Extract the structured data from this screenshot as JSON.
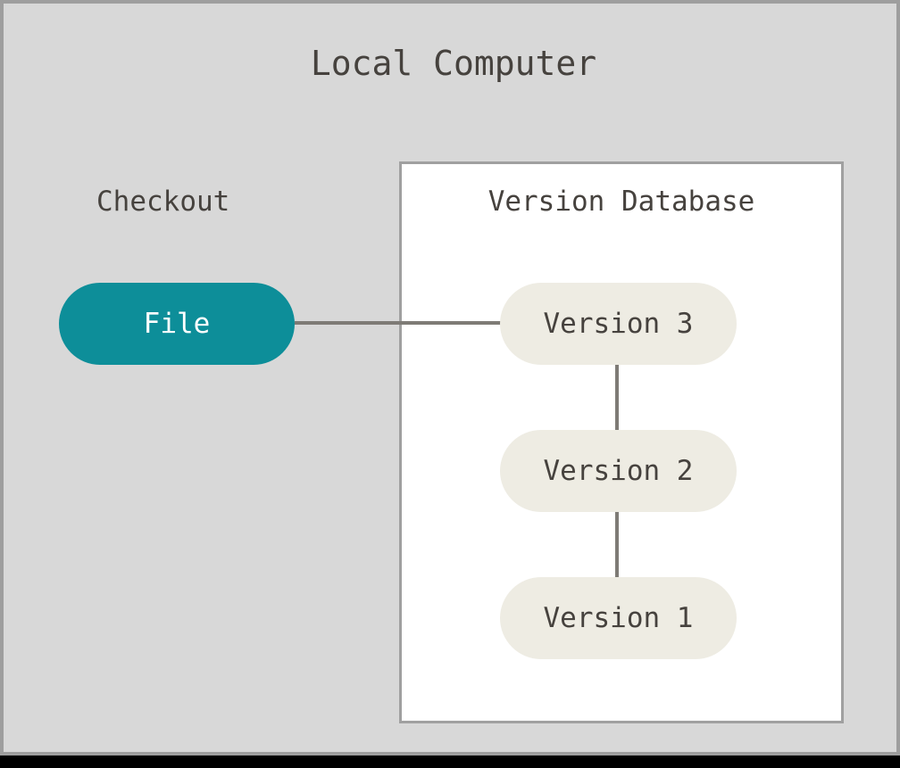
{
  "diagram": {
    "title": "Local Computer",
    "background_color": "#d8d8d8",
    "frame_border_color": "#9e9e9e",
    "text_color": "#46423e"
  },
  "checkout": {
    "label": "Checkout",
    "file_node": {
      "label": "File",
      "fill_color": "#0d8e99",
      "text_color": "#ffffff"
    }
  },
  "version_database": {
    "title": "Version Database",
    "panel_background": "#ffffff",
    "panel_border_color": "#a0a0a0",
    "node_fill_color": "#eeece3",
    "versions": [
      {
        "label": "Version 3"
      },
      {
        "label": "Version 2"
      },
      {
        "label": "Version 1"
      }
    ]
  },
  "connectors": {
    "color": "#7e7b76",
    "file_to_version3": "File — Version 3",
    "version3_to_version2": "Version 3 — Version 2",
    "version2_to_version1": "Version 2 — Version 1"
  }
}
